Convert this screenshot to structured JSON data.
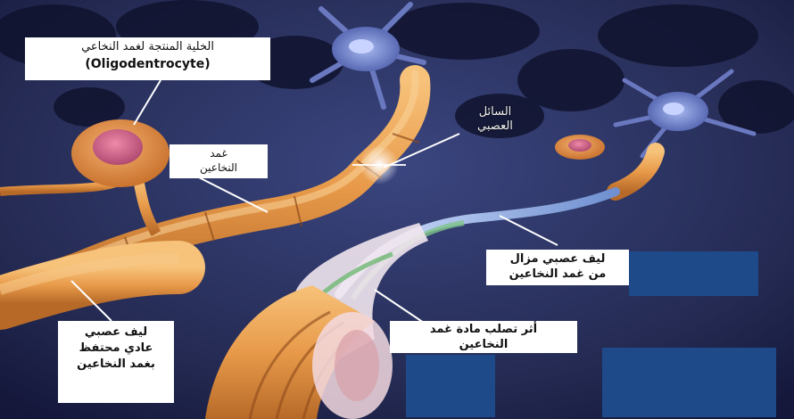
{
  "colors": {
    "background": "#242a52",
    "myelin": "#e89a4a",
    "axon_bare": "#7d9fd8",
    "cover_block": "#1e4a8a",
    "label_bg": "#ffffff"
  },
  "labels": {
    "oligodendrocyte_ar": "الخلية المنتجة لغمد النخاعي",
    "oligodendrocyte_en": "(Oligodentrocyte)",
    "myelin_sheath_line1": "غمد",
    "myelin_sheath_line2": "النخاعين",
    "nerve_fluid_line1": "السائل",
    "nerve_fluid_line2": "العصبي",
    "stripped_fiber_line1": "ليف عصبي مزال",
    "stripped_fiber_line2": "من غمد النخاعين",
    "sclerosis_line1": "أثر تصلب مادة غمد",
    "sclerosis_line2": "النخاعين",
    "normal_fiber_line1": "ليف عصبي",
    "normal_fiber_line2": "عادي محتفظ",
    "normal_fiber_line3": "بغمد النخاعين"
  }
}
